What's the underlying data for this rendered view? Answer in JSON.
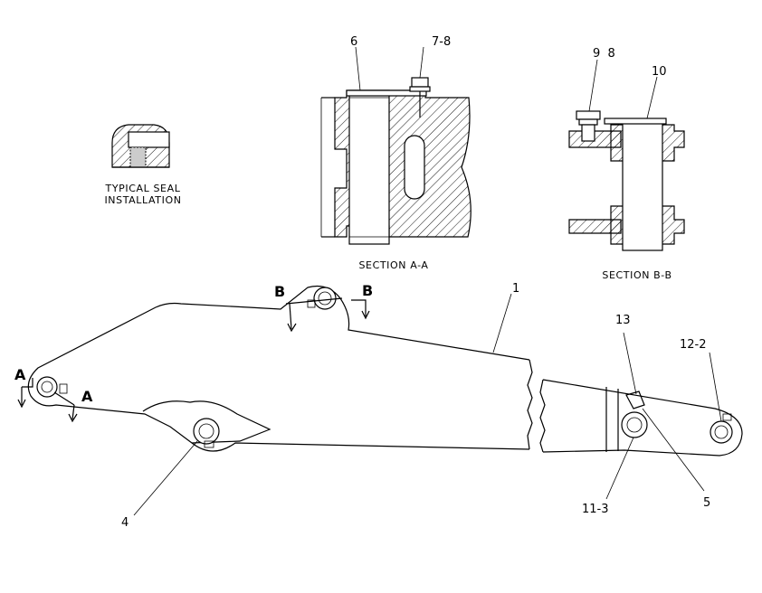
{
  "callouts": {
    "c1": "1",
    "c4": "4",
    "c5": "5",
    "c6": "6",
    "c7_8": "7-8",
    "c9_8": "9  8",
    "c10": "10",
    "c11_3": "11-3",
    "c12_2": "12-2",
    "c13": "13"
  },
  "captions": {
    "typical_seal_1": "TYPICAL SEAL",
    "typical_seal_2": "INSTALLATION",
    "section_aa": "SECTION A-A",
    "section_bb": "SECTION B-B"
  },
  "section_marks": {
    "a_left": "A",
    "a_right": "A",
    "b_left": "B",
    "b_right": "B"
  }
}
